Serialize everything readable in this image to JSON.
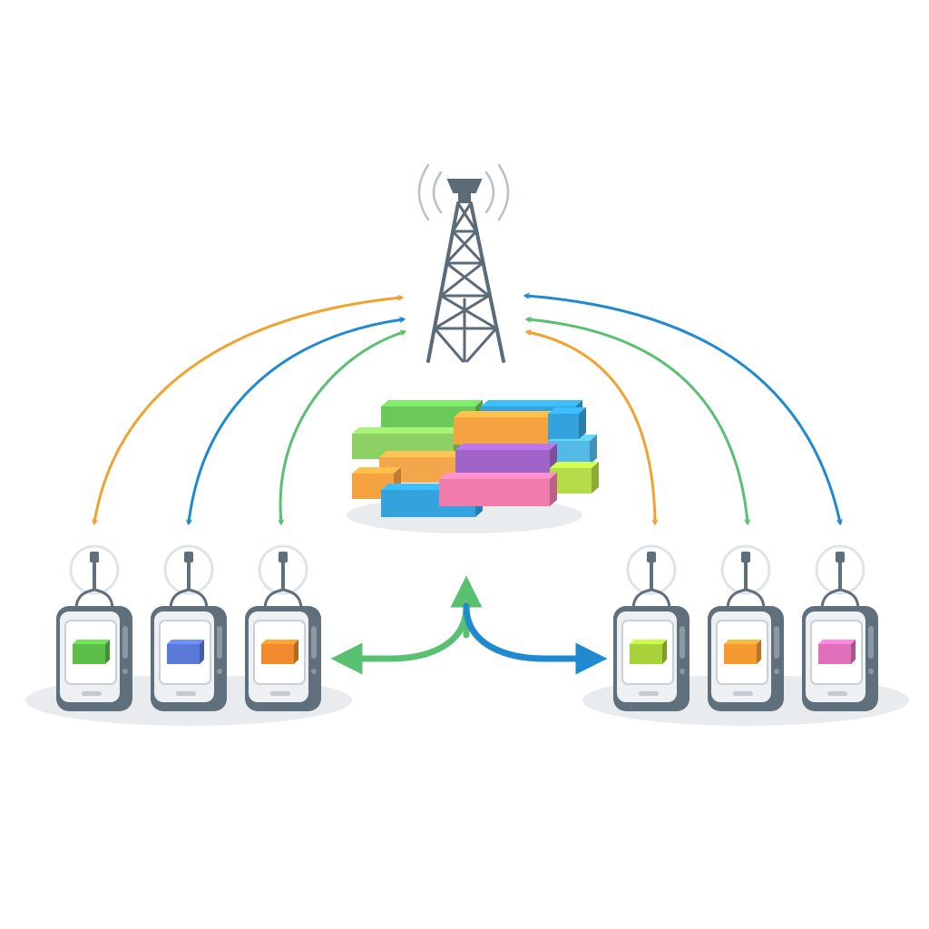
{
  "diagram": {
    "colors": {
      "orange": "#f0a330",
      "blue": "#1f8ad0",
      "green": "#58c070",
      "tower": "#5b6b78",
      "device_body": "#5f6f7c",
      "device_screen": "#ffffff",
      "signal_wave": "#b8c2c8",
      "shadow": "#e8ecef"
    },
    "tower": {
      "icon": "cell-tower-icon"
    },
    "packet_stack": {
      "icon": "stacked-data-packets-icon",
      "block_colors": [
        "#6bc95a",
        "#f4a340",
        "#8dd064",
        "#f2a84a",
        "#a064c8",
        "#34a2dc",
        "#f07cae",
        "#b4dc48",
        "#55b9e6"
      ]
    },
    "left_group": {
      "devices": [
        {
          "icon": "radio-device-icon",
          "screen_color": "#5dbf4a"
        },
        {
          "icon": "radio-device-icon",
          "screen_color": "#5b7ad8"
        },
        {
          "icon": "radio-device-icon",
          "screen_color": "#f08a2c"
        }
      ]
    },
    "right_group": {
      "devices": [
        {
          "icon": "radio-device-icon",
          "screen_color": "#a8d23a"
        },
        {
          "icon": "radio-device-icon",
          "screen_color": "#f59a30"
        },
        {
          "icon": "radio-device-icon",
          "screen_color": "#e070bc"
        }
      ]
    },
    "arrows": [
      {
        "name": "arrow-tower-left-1",
        "color": "orange",
        "direction": "bidirectional"
      },
      {
        "name": "arrow-tower-left-2",
        "color": "blue",
        "direction": "bidirectional"
      },
      {
        "name": "arrow-tower-left-3",
        "color": "green",
        "direction": "bidirectional"
      },
      {
        "name": "arrow-tower-right-1",
        "color": "orange",
        "direction": "bidirectional"
      },
      {
        "name": "arrow-tower-right-2",
        "color": "green",
        "direction": "bidirectional"
      },
      {
        "name": "arrow-tower-right-3",
        "color": "blue",
        "direction": "bidirectional"
      },
      {
        "name": "arrow-to-left-group",
        "color": "green",
        "direction": "one-way"
      },
      {
        "name": "arrow-up-to-packets",
        "color": "green",
        "direction": "one-way"
      },
      {
        "name": "arrow-to-right-group",
        "color": "blue",
        "direction": "one-way"
      }
    ]
  }
}
